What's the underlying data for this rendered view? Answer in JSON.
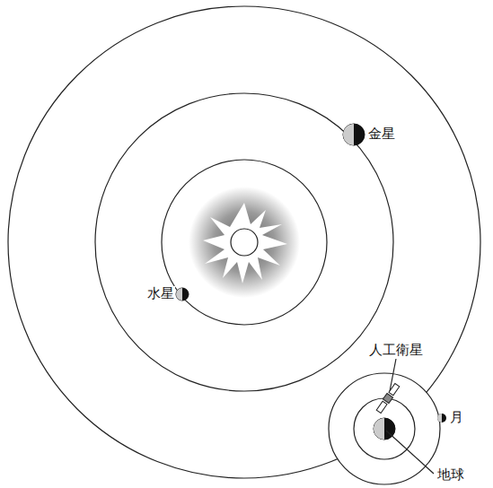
{
  "diagram": {
    "labels": [
      "金星",
      "水星",
      "人工衛星",
      "月",
      "地球"
    ]
  }
}
